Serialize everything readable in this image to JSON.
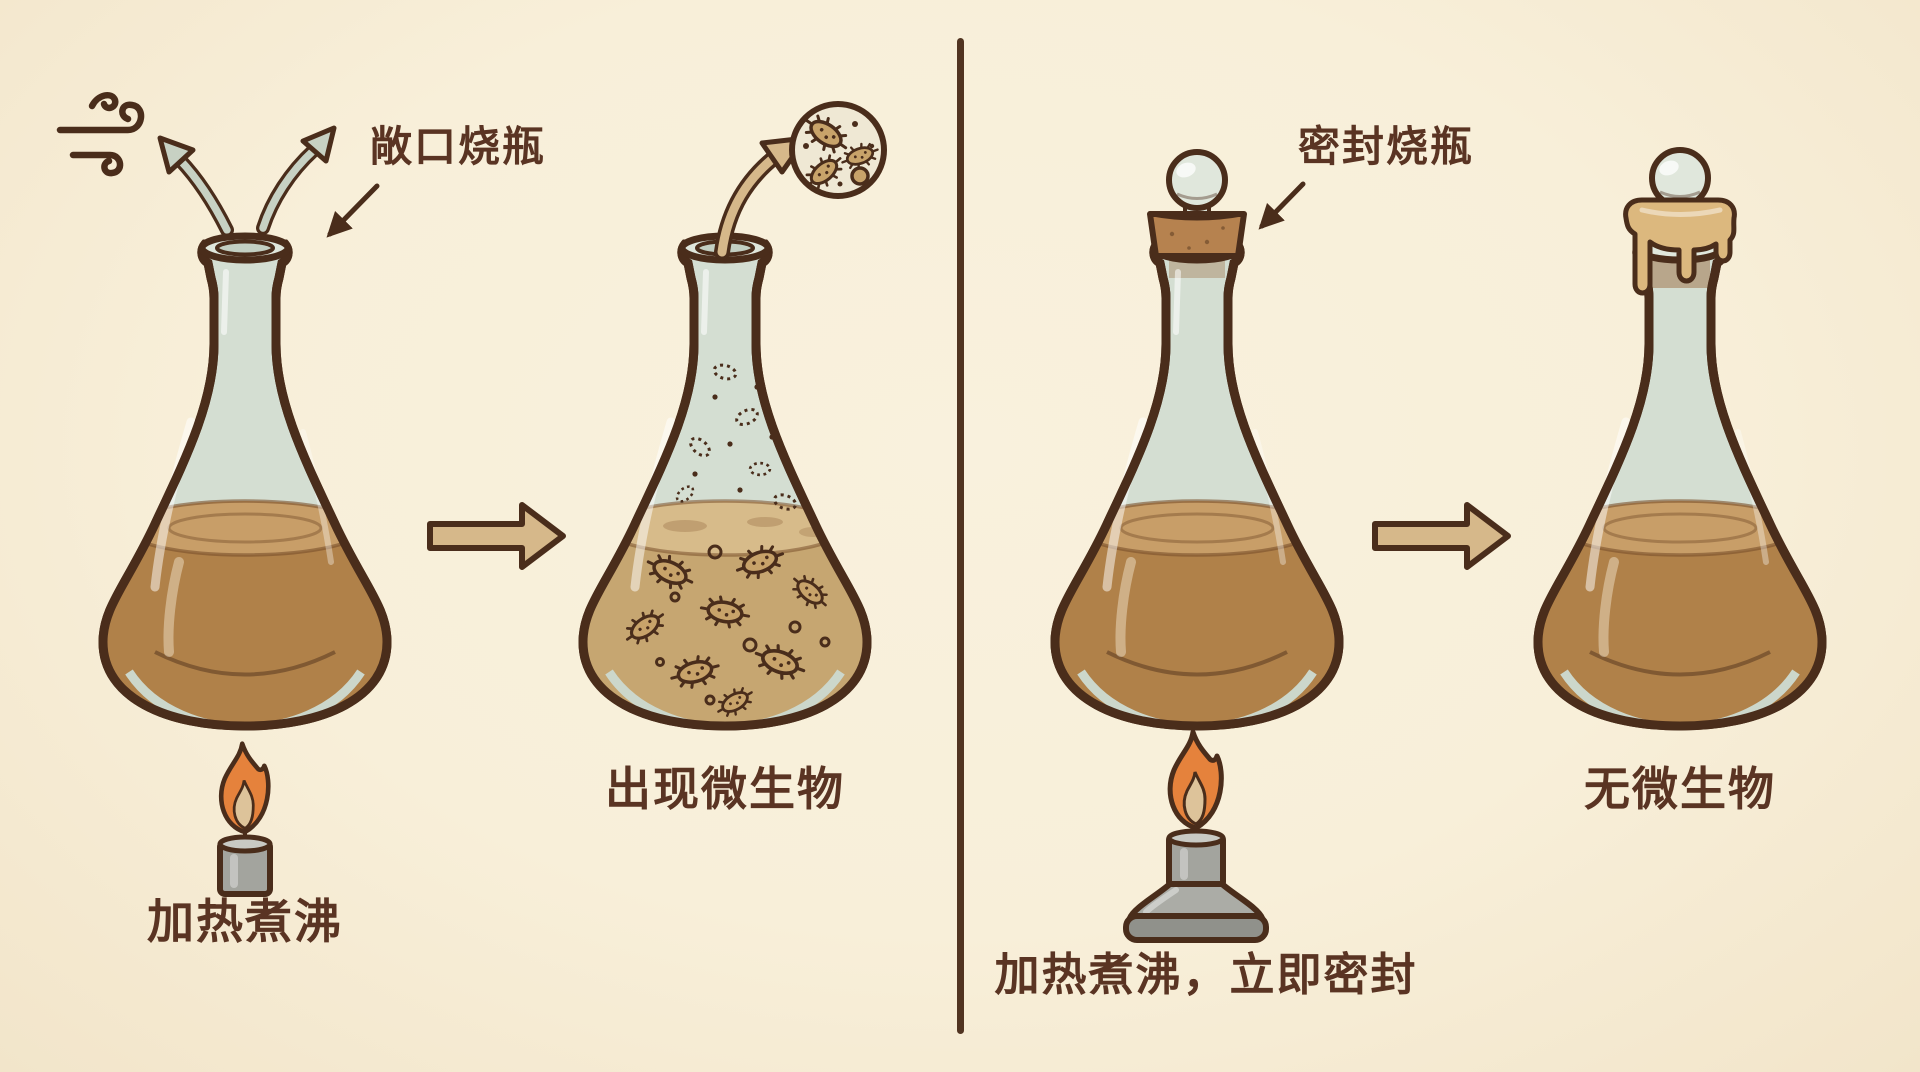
{
  "left_panel": {
    "flask_label": "敞口烧瓶",
    "heat_caption": "加热煮沸",
    "result_caption": "出现微生物"
  },
  "right_panel": {
    "flask_label": "密封烧瓶",
    "heat_caption": "加热煮沸，立即密封",
    "result_caption": "无微生物"
  },
  "icons": {
    "wind": "wind-icon",
    "escape_arrows": "air-escape-arrows-icon",
    "pointer_arrows": "label-pointer-arrow-icon",
    "flame": "flame-icon",
    "candle_burner": "candle-burner-icon",
    "alcohol_lamp": "alcohol-lamp-icon",
    "microbe_circle": "microbe-magnifier-icon",
    "transition_arrow": "right-arrow-icon"
  },
  "palette": {
    "bg": "#f8efd9",
    "outline": "#4a2d1b",
    "text": "#5a3423",
    "glass": "#d4ded2",
    "glassLight": "#e0e7dc",
    "glassInner": "#c3cfc2",
    "liquid": "#b08149",
    "liquidSurface": "#c89e68",
    "liquid2": "#c6a671",
    "liquid2Surface": "#d7bb8a",
    "arrowTan": "#d6b88a",
    "arrowAir": "#c7d1c3",
    "flame": "#e5823c",
    "flameInner": "#ddc39a",
    "cork": "#b6824f",
    "wax": "#dcb87e",
    "metal": "#a3a49e",
    "metalLight": "#c9cac4",
    "microbe": "#c8a36a",
    "circleFill": "#efe8d4"
  }
}
